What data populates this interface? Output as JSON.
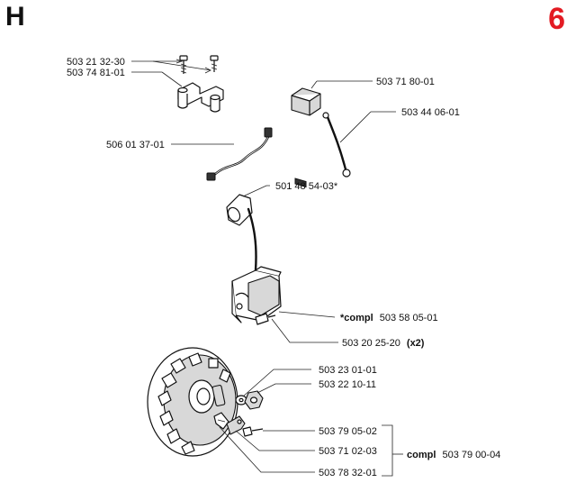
{
  "header": {
    "section_letter": "H",
    "page_number": "6",
    "page_number_color": "#e31b23"
  },
  "parts": [
    {
      "id": "p1",
      "number": "503 21 32-30"
    },
    {
      "id": "p2",
      "number": "503 74 81-01"
    },
    {
      "id": "p3",
      "number": "503 71 80-01"
    },
    {
      "id": "p4",
      "number": "503 44 06-01"
    },
    {
      "id": "p5",
      "number": "506 01 37-01"
    },
    {
      "id": "p6",
      "number": "501 48 54-03*"
    },
    {
      "id": "p7",
      "prefix": "*compl",
      "number": "503 58 05-01"
    },
    {
      "id": "p8",
      "number": "503 20 25-20",
      "qty": "(x2)"
    },
    {
      "id": "p9",
      "number": "503 23 01-01"
    },
    {
      "id": "p10",
      "number": "503 22 10-11"
    },
    {
      "id": "p11",
      "number": "503 79 05-02"
    },
    {
      "id": "p12",
      "number": "503 71 02-03"
    },
    {
      "id": "p13",
      "number": "503 78 32-01"
    }
  ],
  "kit": {
    "prefix": "compl",
    "number": "503 79 00-04"
  }
}
